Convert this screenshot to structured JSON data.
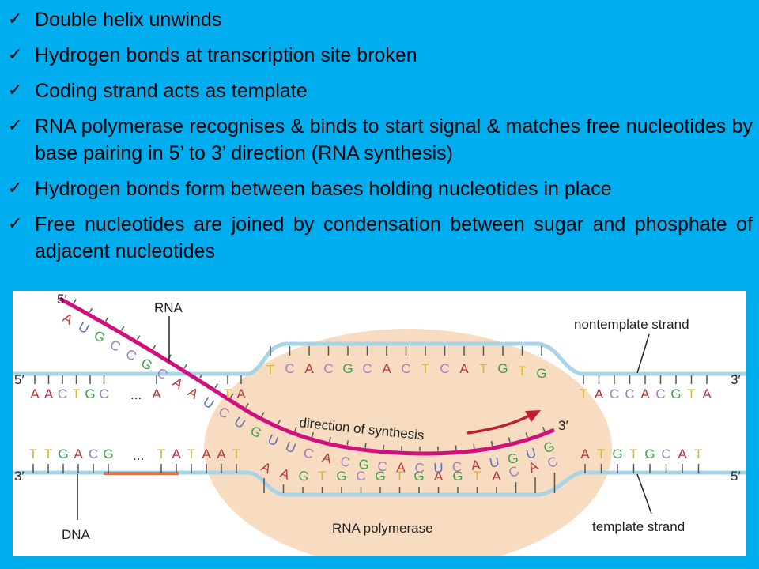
{
  "bullets": [
    "Double helix unwinds",
    "Hydrogen bonds at transcription site broken",
    "Coding strand acts as template",
    "RNA polymerase recognises & binds to start signal & matches free nucleotides by base pairing in 5’ to 3’ direction (RNA synthesis)",
    "Hydrogen bonds form between bases holding nucleotides in place",
    "Free nucleotides are joined by condensation between sugar and phosphate of adjacent nucleotides"
  ],
  "check_glyph": "✓",
  "diagram": {
    "labels": {
      "rna": "RNA",
      "dna": "DNA",
      "nontemplate": "nontemplate strand",
      "template": "template strand",
      "polymerase": "RNA polymerase",
      "direction": "direction of synthesis"
    },
    "primes": {
      "rna_5": "5′",
      "rna_3": "3′",
      "top_left": "5′",
      "top_right": "3′",
      "bottom_left": "3′",
      "bottom_right": "5′"
    },
    "ellipsis": "...",
    "sequences": {
      "top_left": "AACTGC",
      "top_left_tail": "A",
      "top_bubble": "TCACGCACTCATGTG",
      "top_right": "TACCACGTA",
      "bottom_left": "TTGACG",
      "bottom_left_tail": "TATAAT",
      "bottom_bubble": "AAGTGCGTGAGTACAC",
      "bottom_right": "ATGTGCAT",
      "rna": "AUGCCGCAAUCUGUUCACGCACUCAUGUG",
      "top_mid": "TA"
    },
    "colors": {
      "A": "#B5383D",
      "T": "#D9B527",
      "G": "#3F9E4C",
      "C": "#9C7FC1",
      "U": "#5A6FB5",
      "rna_strand": "#D0107E",
      "dna_strand": "#A8D4E8",
      "polymerase": "#F8DCC2",
      "arrow": "#C01E2E",
      "promoter": "#E0704A"
    }
  }
}
